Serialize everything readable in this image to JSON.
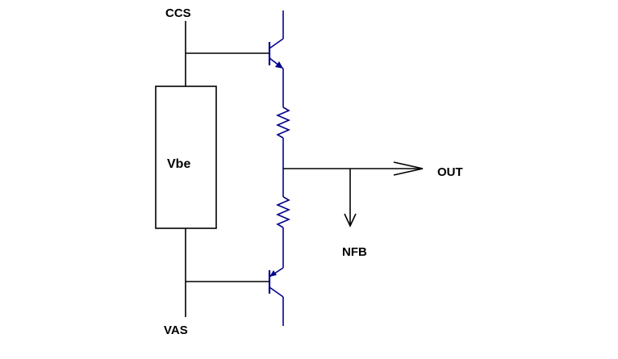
{
  "labels": {
    "ccs": "CCS",
    "vas": "VAS",
    "vbe": "Vbe",
    "out": "OUT",
    "nfb": "NFB"
  },
  "colors": {
    "wire": "#000000",
    "device": "#00008b",
    "background": "#ffffff"
  },
  "components": {
    "upper_transistor": "npn-transistor",
    "lower_transistor": "pnp-transistor",
    "upper_resistor": "emitter-resistor",
    "lower_resistor": "emitter-resistor",
    "vbe_block": "vbe-multiplier"
  }
}
